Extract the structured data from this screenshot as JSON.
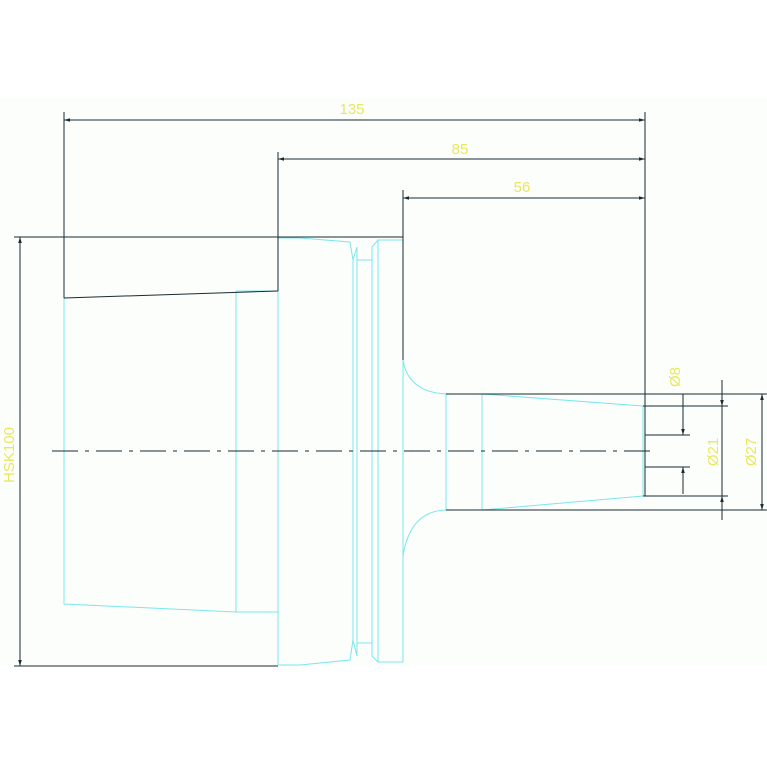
{
  "colors": {
    "background": "#fbfefb",
    "outline": "#7be6ec",
    "dimension_line": "#1a2b33",
    "dimension_text": "#e8e860",
    "centerline": "#1a2b33"
  },
  "dimensions": {
    "overall_length": "135",
    "shank_length": "85",
    "neck_length": "56",
    "flange": "HSK100",
    "bore_diameter": "Ø8",
    "inner_diameter": "Ø21",
    "outer_diameter": "Ø27"
  }
}
